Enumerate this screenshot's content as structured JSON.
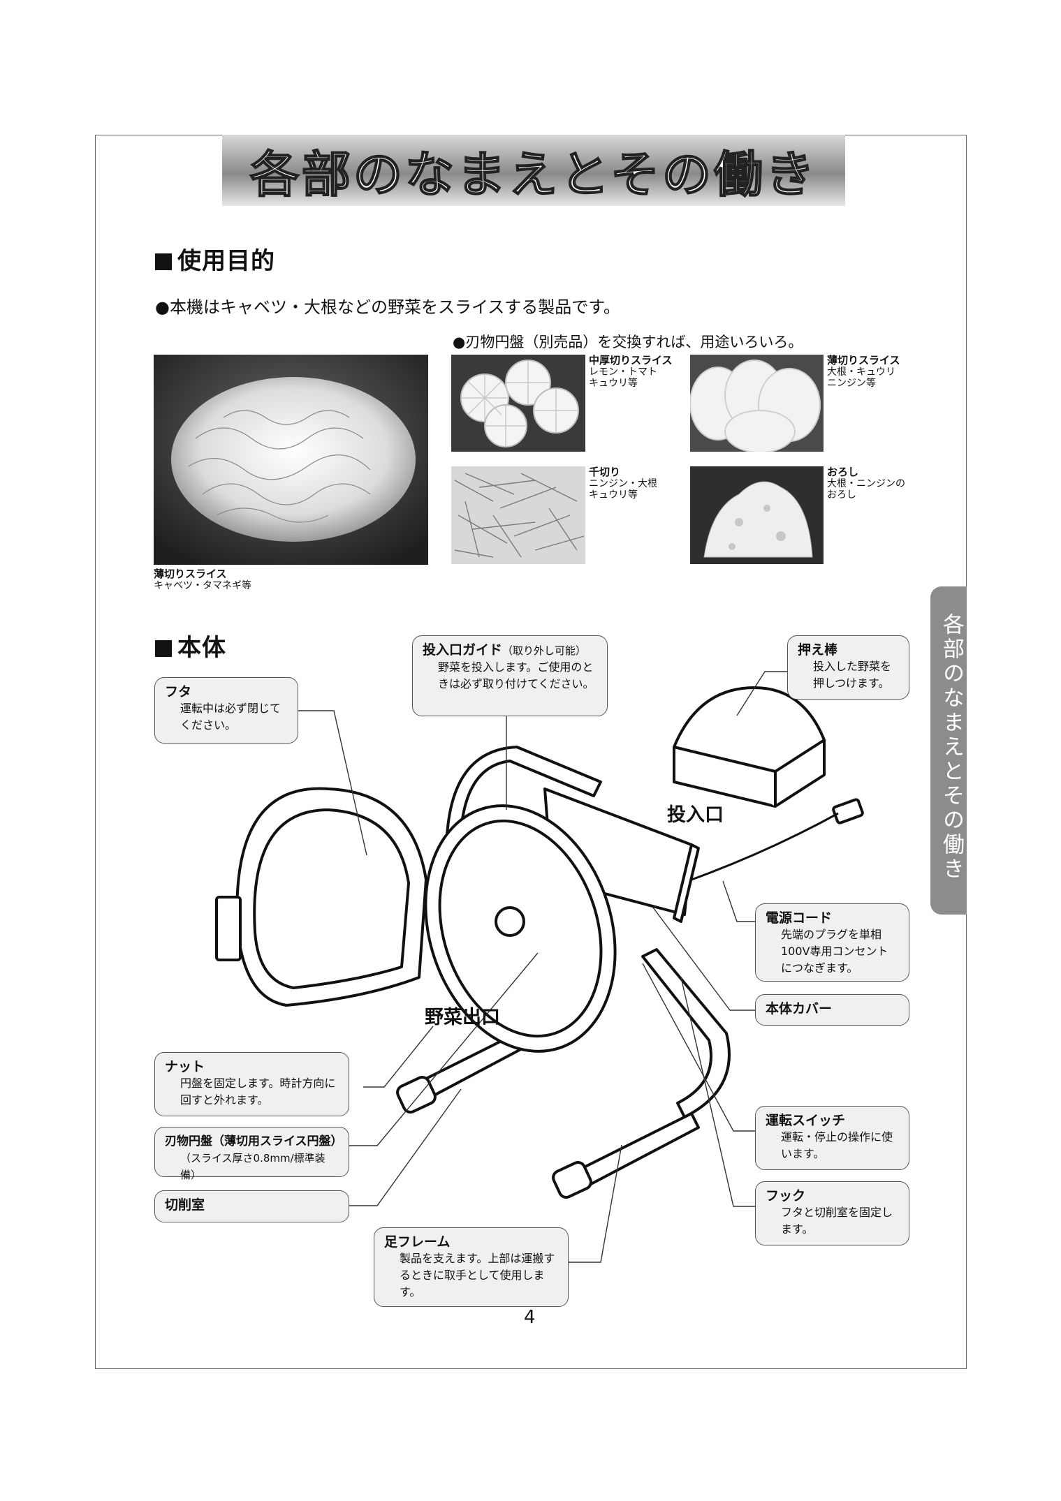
{
  "title": "各部のなまえとその働き",
  "side_tab": "各部のなまえとその働き",
  "section_purpose": "使用目的",
  "purpose_text": "●本機はキャベツ・大根などの野菜をスライスする製品です。",
  "blade_note": "●刃物円盤（別売品）を交換すれば、用途いろいろ。",
  "main_photo_caption": {
    "title": "薄切りスライス",
    "desc": "キャベツ・タマネギ等"
  },
  "photos": [
    {
      "title": "中厚切りスライス",
      "desc": "レモン・トマト",
      "desc2": "キュウリ等"
    },
    {
      "title": "薄切りスライス",
      "desc": "大根・キュウリ",
      "desc2": "ニンジン等"
    },
    {
      "title": "千切り",
      "desc": "ニンジン・大根",
      "desc2": "キュウリ等"
    },
    {
      "title": "おろし",
      "desc": "大根・ニンジンの",
      "desc2": "おろし"
    }
  ],
  "section_body": "本体",
  "labels": {
    "inlet": "投入口",
    "outlet": "野菜出口"
  },
  "callouts": {
    "futa": {
      "title": "フタ",
      "desc": "運転中は必ず閉じてください。"
    },
    "guide": {
      "title": "投入口ガイド",
      "title_note": "（取り外し可能）",
      "desc": "野菜を投入します。ご使用のときは必ず取り付けてください。"
    },
    "oshibou": {
      "title": "押え棒",
      "desc": "投入した野菜を押しつけます。"
    },
    "cord": {
      "title": "電源コード",
      "desc": "先端のプラグを単相100V専用コンセントにつなぎます。"
    },
    "cover": {
      "title": "本体カバー",
      "desc": ""
    },
    "nut": {
      "title": "ナット",
      "desc": "円盤を固定します。時計方向に回すと外れます。"
    },
    "blade": {
      "title": "刃物円盤（薄切用スライス円盤）",
      "desc": "（スライス厚さ0.8mm/標準装備）"
    },
    "chamber": {
      "title": "切削室",
      "desc": ""
    },
    "switch": {
      "title": "運転スイッチ",
      "desc": "運転・停止の操作に使います。"
    },
    "hook": {
      "title": "フック",
      "desc": "フタと切削室を固定します。"
    },
    "frame": {
      "title": "足フレーム",
      "desc": "製品を支えます。上部は運搬するときに取手として使用します。"
    }
  },
  "page_number": "4"
}
